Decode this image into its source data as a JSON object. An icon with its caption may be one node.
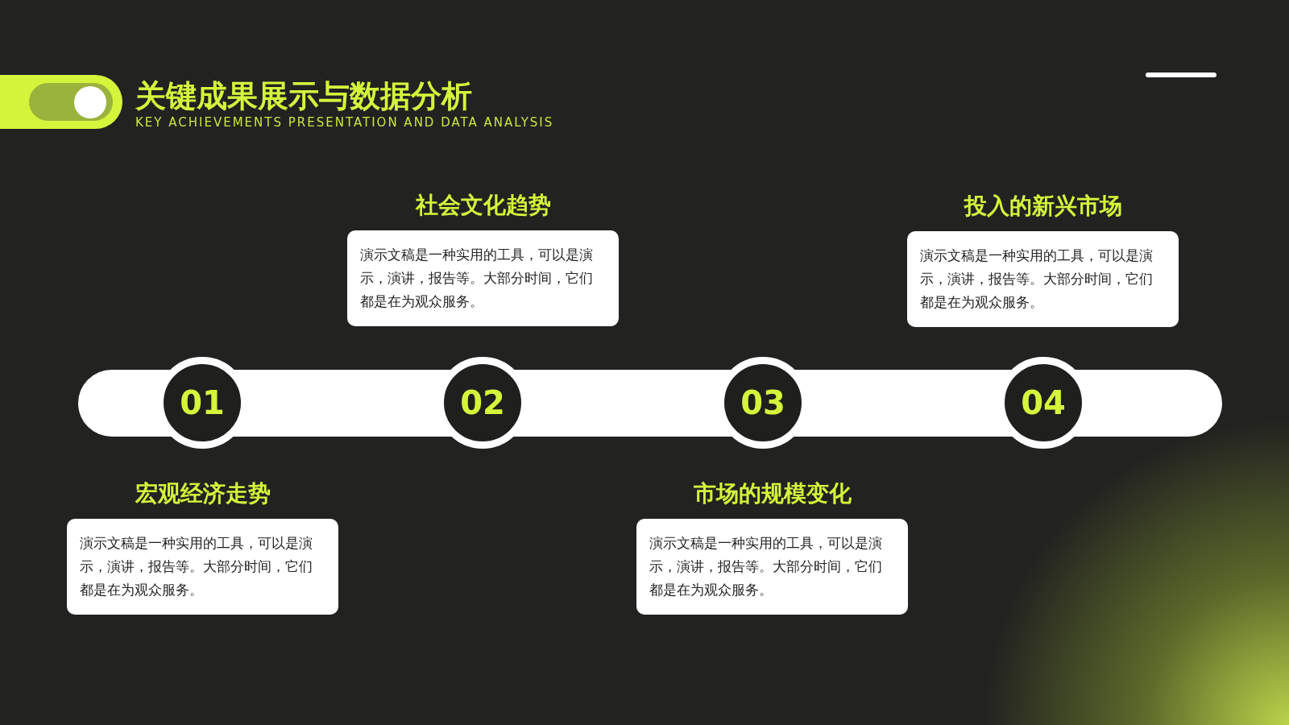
{
  "diagram": {
    "title": "关键成果展示与数据分析",
    "nodes": [
      {
        "text": [
          "01"
        ]
      },
      {
        "text": [
          "宏观经济走势",
          "演示文稿是一种实用的工具，可以是演示，演讲，报告等。大部分时间，它们都是在为观众服务。"
        ]
      },
      {
        "text": [
          "02"
        ]
      },
      {
        "text": [
          "社会文化趋势",
          "演示文稿是一种实用的工具，可以是演示，演讲，报告等。大部分时间，它们都是在为观众服务。"
        ]
      },
      {
        "text": [
          "03"
        ]
      },
      {
        "text": [
          "市场的规模变化",
          "演示文稿是一种实用的工具，可以是演示，演讲，报告等。大部分时间，它们都是在为观众服务。"
        ]
      },
      {
        "text": [
          "04"
        ]
      },
      {
        "text": [
          "投入的新兴市场",
          "演示文稿是一种实用的工具，可以是演示，演讲，报告等。大部分时间，它们都是在为观众服务。"
        ]
      }
    ],
    "edges": [],
    "labels": [
      "KEY ACHIEVEMENTS PRESENTATION AND DATA ANALYSIS"
    ]
  }
}
